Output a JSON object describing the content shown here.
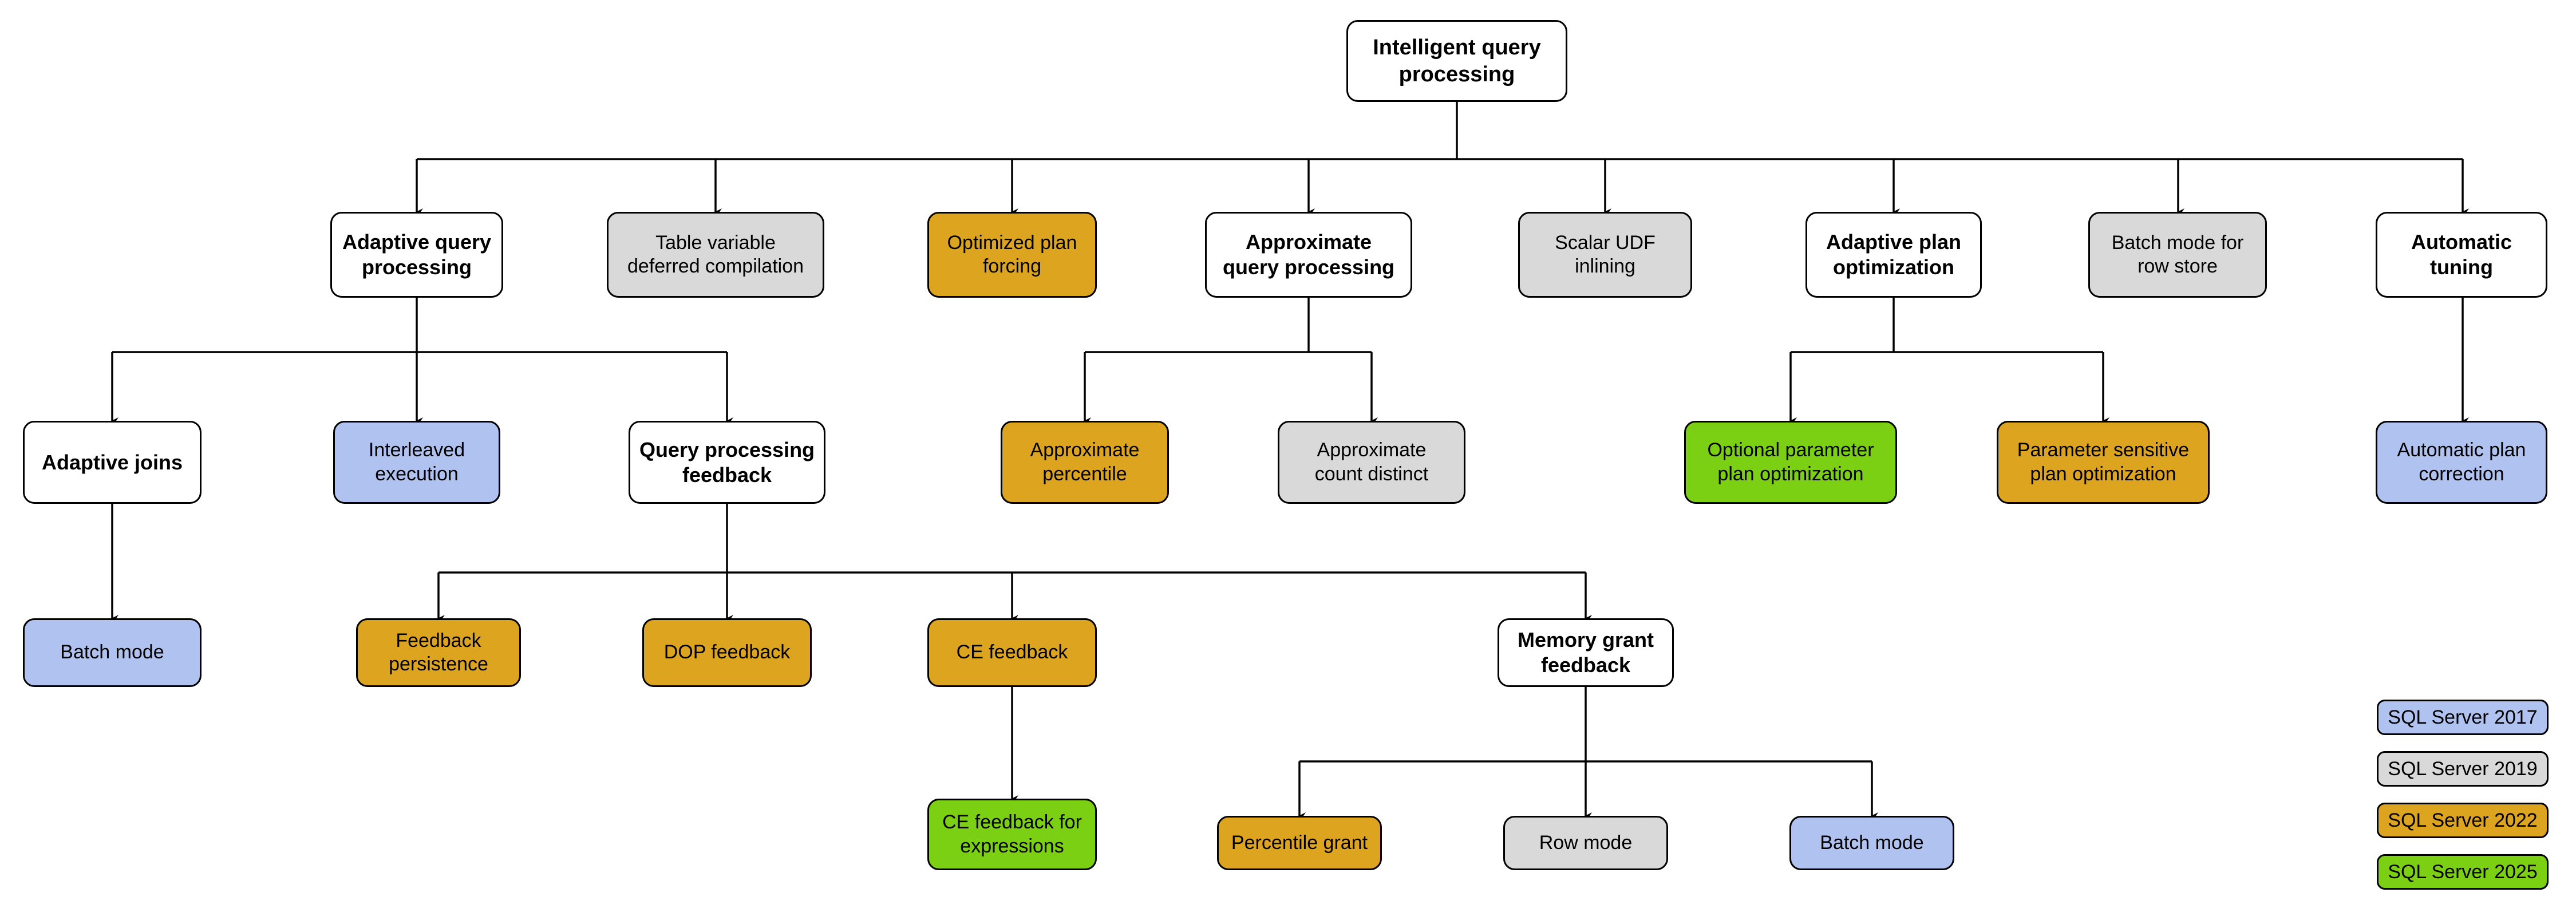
{
  "title": "Intelligent query processing feature family tree",
  "colors": {
    "sql_server_2017": "#b0c2ef",
    "sql_server_2019": "#d9d9d9",
    "sql_server_2022": "#dda51f",
    "sql_server_2025": "#7bd013",
    "neutral_white": "#ffffff",
    "stroke": "#000000"
  },
  "nodes": {
    "root": {
      "label": "Intelligent query\nprocessing"
    },
    "adaptive_query_processing": {
      "label": "Adaptive query\nprocessing"
    },
    "table_variable_deferred_compilation": {
      "label": "Table variable\ndeferred compilation"
    },
    "optimized_plan_forcing": {
      "label": "Optimized plan\nforcing"
    },
    "approximate_query_processing": {
      "label": "Approximate\nquery processing"
    },
    "scalar_udf_inlining": {
      "label": "Scalar UDF\ninlining"
    },
    "adaptive_plan_optimization": {
      "label": "Adaptive plan\noptimization"
    },
    "batch_mode_for_row_store": {
      "label": "Batch mode for\nrow store"
    },
    "automatic_tuning": {
      "label": "Automatic\ntuning"
    },
    "adaptive_joins": {
      "label": "Adaptive joins"
    },
    "interleaved_execution": {
      "label": "Interleaved\nexecution"
    },
    "query_processing_feedback": {
      "label": "Query processing\nfeedback"
    },
    "approximate_percentile": {
      "label": "Approximate\npercentile"
    },
    "approximate_count_distinct": {
      "label": "Approximate\ncount distinct"
    },
    "optional_parameter_plan_optimization": {
      "label": "Optional parameter\nplan optimization"
    },
    "parameter_sensitive_plan_optimization": {
      "label": "Parameter sensitive\nplan optimization"
    },
    "automatic_plan_correction": {
      "label": "Automatic plan\ncorrection"
    },
    "batch_mode": {
      "label": "Batch mode"
    },
    "feedback_persistence": {
      "label": "Feedback\npersistence"
    },
    "dop_feedback": {
      "label": "DOP feedback"
    },
    "ce_feedback": {
      "label": "CE feedback"
    },
    "memory_grant_feedback": {
      "label": "Memory grant\nfeedback"
    },
    "ce_feedback_for_expressions": {
      "label": "CE feedback for\nexpressions"
    },
    "percentile_grant": {
      "label": "Percentile grant"
    },
    "row_mode": {
      "label": "Row mode"
    },
    "batch_mode_mgf": {
      "label": "Batch mode"
    }
  },
  "legend": {
    "items": [
      {
        "label": "SQL Server 2017",
        "color_key": "sql_server_2017"
      },
      {
        "label": "SQL Server 2019",
        "color_key": "sql_server_2019"
      },
      {
        "label": "SQL Server 2022",
        "color_key": "sql_server_2022"
      },
      {
        "label": "SQL Server 2025",
        "color_key": "sql_server_2025"
      }
    ]
  }
}
